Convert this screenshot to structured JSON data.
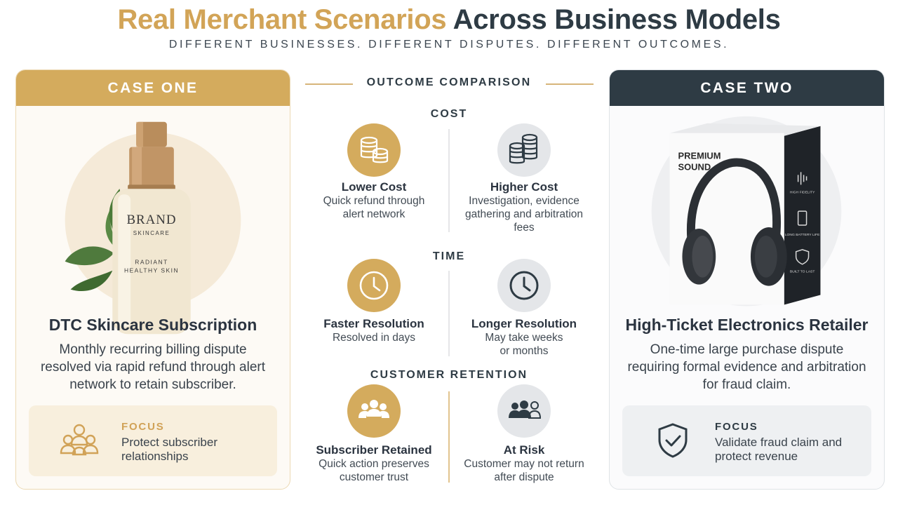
{
  "header": {
    "title_highlight": "Real Merchant Scenarios",
    "title_rest": "Across Business Models",
    "subtitle": "DIFFERENT BUSINESSES. DIFFERENT DISPUTES. DIFFERENT OUTCOMES."
  },
  "case_one": {
    "label": "CASE ONE",
    "product_brand": "BRAND",
    "product_line": "SKINCARE",
    "product_tagline_1": "RADIANT",
    "product_tagline_2": "HEALTHY SKIN",
    "title": "DTC Skincare Subscription",
    "description": "Monthly recurring billing dispute resolved via rapid refund through alert network to retain subscriber.",
    "focus_label": "FOCUS",
    "focus_text": "Protect subscriber relationships"
  },
  "case_two": {
    "label": "CASE TWO",
    "box_label_1": "PREMIUM",
    "box_label_2": "SOUND",
    "box_feature_1": "HIGH FIDELITY",
    "box_feature_2": "LONG BATTERY LIFE",
    "box_feature_3": "BUILT TO LAST",
    "title": "High-Ticket Electronics Retailer",
    "description": "One-time large purchase dispute requiring formal evidence and arbitration for fraud claim.",
    "focus_label": "FOCUS",
    "focus_text": "Validate fraud claim and protect revenue"
  },
  "comparison": {
    "heading": "OUTCOME COMPARISON",
    "cost": {
      "label": "COST",
      "left": {
        "title": "Lower Cost",
        "desc_1": "Quick refund through",
        "desc_2": "alert network",
        "icon": "coins-icon"
      },
      "right": {
        "title": "Higher Cost",
        "desc_1": "Investigation, evidence",
        "desc_2": "gathering and arbitration",
        "desc_3": "fees",
        "icon": "coin-stack-icon"
      }
    },
    "time": {
      "label": "TIME",
      "left": {
        "title": "Faster Resolution",
        "desc_1": "Resolved in days",
        "icon": "clock-icon"
      },
      "right": {
        "title": "Longer Resolution",
        "desc_1": "May take weeks",
        "desc_2": "or months",
        "icon": "clock-icon"
      }
    },
    "retention": {
      "label": "CUSTOMER RETENTION",
      "left": {
        "title": "Subscriber Retained",
        "desc_1": "Quick action preserves",
        "desc_2": "customer trust",
        "icon": "group-icon"
      },
      "right": {
        "title": "At Risk",
        "desc_1": "Customer may not return",
        "desc_2": "after dispute",
        "icon": "user-leaving-icon"
      }
    }
  },
  "colors": {
    "gold": "#d4ab5d",
    "dark": "#2e3b44",
    "light_gray": "#e4e6e9"
  }
}
